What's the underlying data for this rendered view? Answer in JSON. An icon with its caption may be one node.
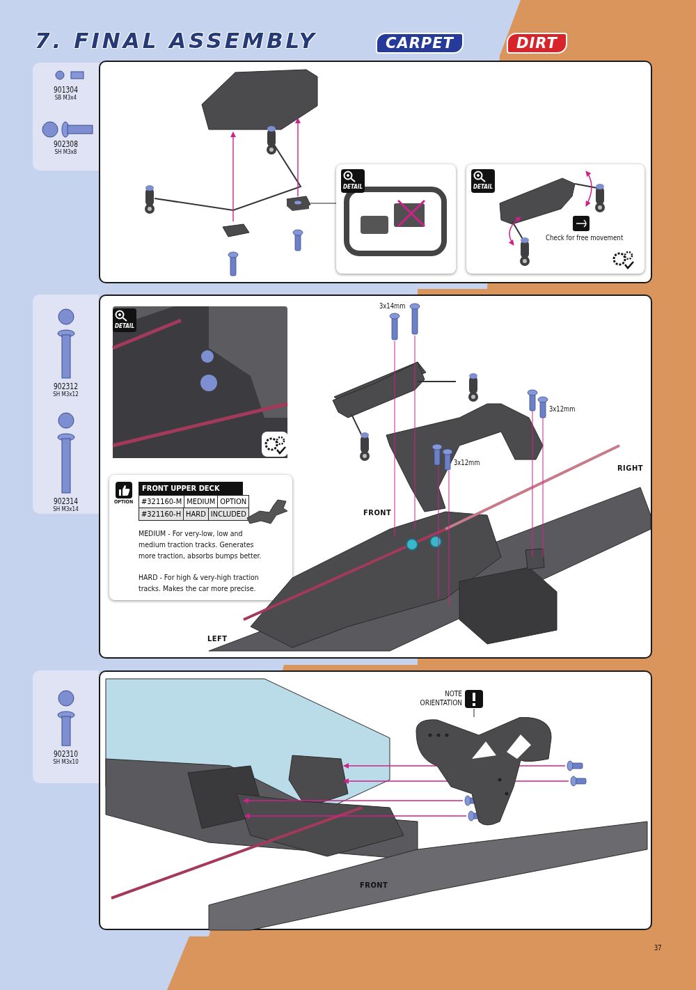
{
  "diagram": {
    "title": "7. FINAL ASSEMBLY",
    "nodes": [
      {
        "text": [
          "901304",
          "SB M3x4",
          "902308",
          "SH M3x8"
        ]
      },
      {
        "text": [],
        "shape": "picture"
      },
      {
        "text": [],
        "shape": "box"
      },
      {
        "text": [
          "Check for free movement"
        ]
      },
      {
        "text": [
          "902312",
          "SH M3x12",
          "902314",
          "SH M3x14"
        ]
      },
      {
        "text": [
          "OPTION",
          "MEDIUM - For very-low, low and medium traction tracks. Generates more traction, absorbs bumps better.",
          "HARD - For high & very-high traction tracks. Makes the car more precise."
        ]
      },
      {
        "text": [
          "902310",
          "SH M3x10"
        ]
      },
      {
        "text": [
          "NOTE ORIENTATION"
        ]
      },
      {
        "text": [],
        "shape": "picture"
      }
    ],
    "edges": [
      {
        "from": 1,
        "to": 2,
        "arrow": "none"
      },
      {
        "from": 7,
        "to": 8,
        "arrow": "none"
      }
    ],
    "labels": [
      "CARPET",
      "DIRT",
      "DETAIL",
      "DETAIL",
      "3x14mm",
      "DETAIL",
      "3x12mm",
      "3x12mm",
      "RIGHT",
      "FRONT UPPER DECK",
      "#321160-M",
      "MEDIUM",
      "OPTION",
      "#321160-H",
      "HARD",
      "INCLUDED",
      "FRONT",
      "LEFT",
      "FRONT",
      "37"
    ]
  }
}
